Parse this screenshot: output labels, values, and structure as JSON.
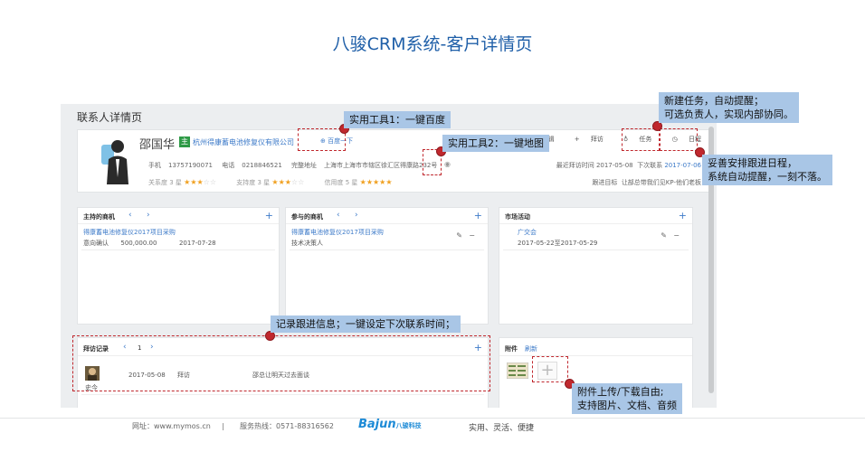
{
  "slide": {
    "title": "八骏CRM系统-客户详情页"
  },
  "app": {
    "page_title": "联系人详情页",
    "contact": {
      "name": "邵国华",
      "badge": "主",
      "company": "杭州得康蓄电池修复仪有限公司",
      "baidu_button": "百度一下",
      "phone_label": "手机",
      "phone": "13757190071",
      "tel_label": "电话",
      "tel": "0218846521",
      "address_label": "完整地址",
      "address": "上海市上海市市辖区徐汇区得康路232号",
      "last_visit_label": "最近拜访时间",
      "last_visit": "2017-05-08",
      "next_contact_label": "下次联系",
      "next_contact": "2017-07-06",
      "goal_label": "跟进目标",
      "goal": "让部总带我们见KP-他们老板",
      "relation_label": "关系度",
      "relation_level": "3 星",
      "relation_stars": 3,
      "support_label": "支持度",
      "support_level": "3 星",
      "support_stars": 3,
      "trust_label": "信用度",
      "trust_level": "5 星",
      "trust_stars": 5
    },
    "actions": {
      "edit": "编辑",
      "visit": "拜访",
      "task": "任务",
      "schedule": "日程"
    },
    "panels": {
      "lead_opps": {
        "title": "主持的商机",
        "item_name": "得康蓄电池修复仪2017项目采购",
        "stage": "意向确认",
        "amount": "500,000.00",
        "date": "2017-07-28"
      },
      "join_opps": {
        "title": "参与的商机",
        "item_name": "得康蓄电池修复仪2017项目采购",
        "role": "技术决策人"
      },
      "marketing": {
        "title": "市场活动",
        "item_name": "广交会",
        "period": "2017-05-22至2017-05-29"
      },
      "visits": {
        "title": "拜访记录",
        "page": "1",
        "date": "2017-05-08",
        "type": "拜访",
        "content": "邵总让明天过去面谈",
        "person": "史今"
      },
      "attachments": {
        "title": "附件",
        "refresh": "刷新"
      }
    }
  },
  "callouts": {
    "baidu": "实用工具1：一键百度",
    "map": "实用工具2：一键地图",
    "task_line1": "新建任务，自动提醒；",
    "task_line2": "可选负责人，实现内部协同。",
    "schedule_line1": "妥善安排跟进日程，",
    "schedule_line2": "系统自动提醒，一刻不落。",
    "visit": "记录跟进信息；一键设定下次联系时间；",
    "attach_line1": "附件上传/下载自由;",
    "attach_line2": "支持图片、文档、音频"
  },
  "footer": {
    "website": "网址：www.mymos.cn",
    "separator": "|",
    "hotline": "服务热线：0571-88316562",
    "logo": "Bajun",
    "logo_cn": "八骏科技",
    "slogan": "实用、灵活、便捷"
  }
}
